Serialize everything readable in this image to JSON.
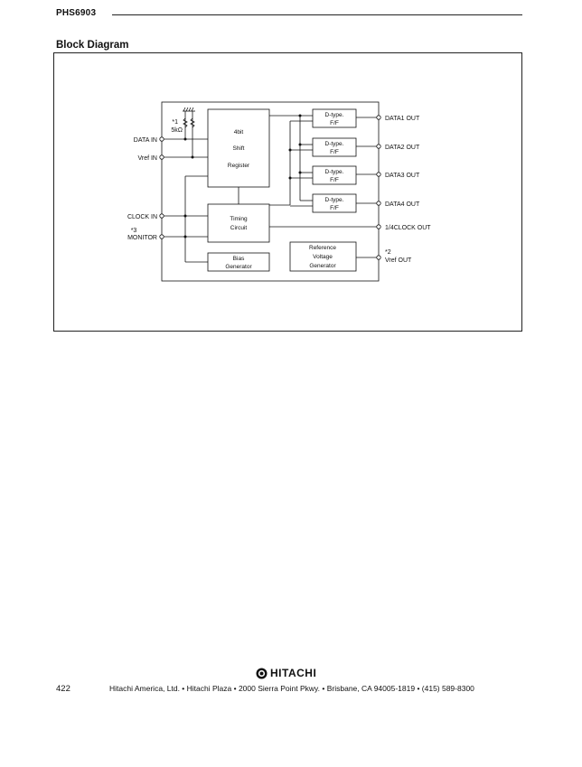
{
  "header": {
    "title": "PHS6903"
  },
  "section": {
    "title": "Block Diagram"
  },
  "diagram": {
    "blocks": {
      "shift_register": [
        "4bit",
        "Shift",
        "Register"
      ],
      "dff": [
        "D-type.",
        "F/F"
      ],
      "timing": [
        "Timing",
        "Circuit"
      ],
      "bias": [
        "Bias",
        "Generator"
      ],
      "reference": [
        "Reference",
        "Voltage",
        "Generator"
      ]
    },
    "pins": {
      "data_in": "DATA IN",
      "vref_in": "Vref IN",
      "clock_in": "CLOCK IN",
      "monitor_note": "*3",
      "monitor": "MONITOR",
      "data1_out": "DATA1 OUT",
      "data2_out": "DATA2 OUT",
      "data3_out": "DATA3 OUT",
      "data4_out": "DATA4 OUT",
      "clock_out": "1/4CLOCK OUT",
      "vref_out_note": "*2",
      "vref_out": "Vref OUT"
    },
    "resistor": {
      "note": "*1",
      "value": "5kΩ"
    }
  },
  "footer": {
    "logo": "HITACHI",
    "page_number": "422",
    "address": "Hitachi America, Ltd. • Hitachi Plaza • 2000 Sierra Point Pkwy. • Brisbane, CA 94005-1819 • (415) 589-8300"
  }
}
